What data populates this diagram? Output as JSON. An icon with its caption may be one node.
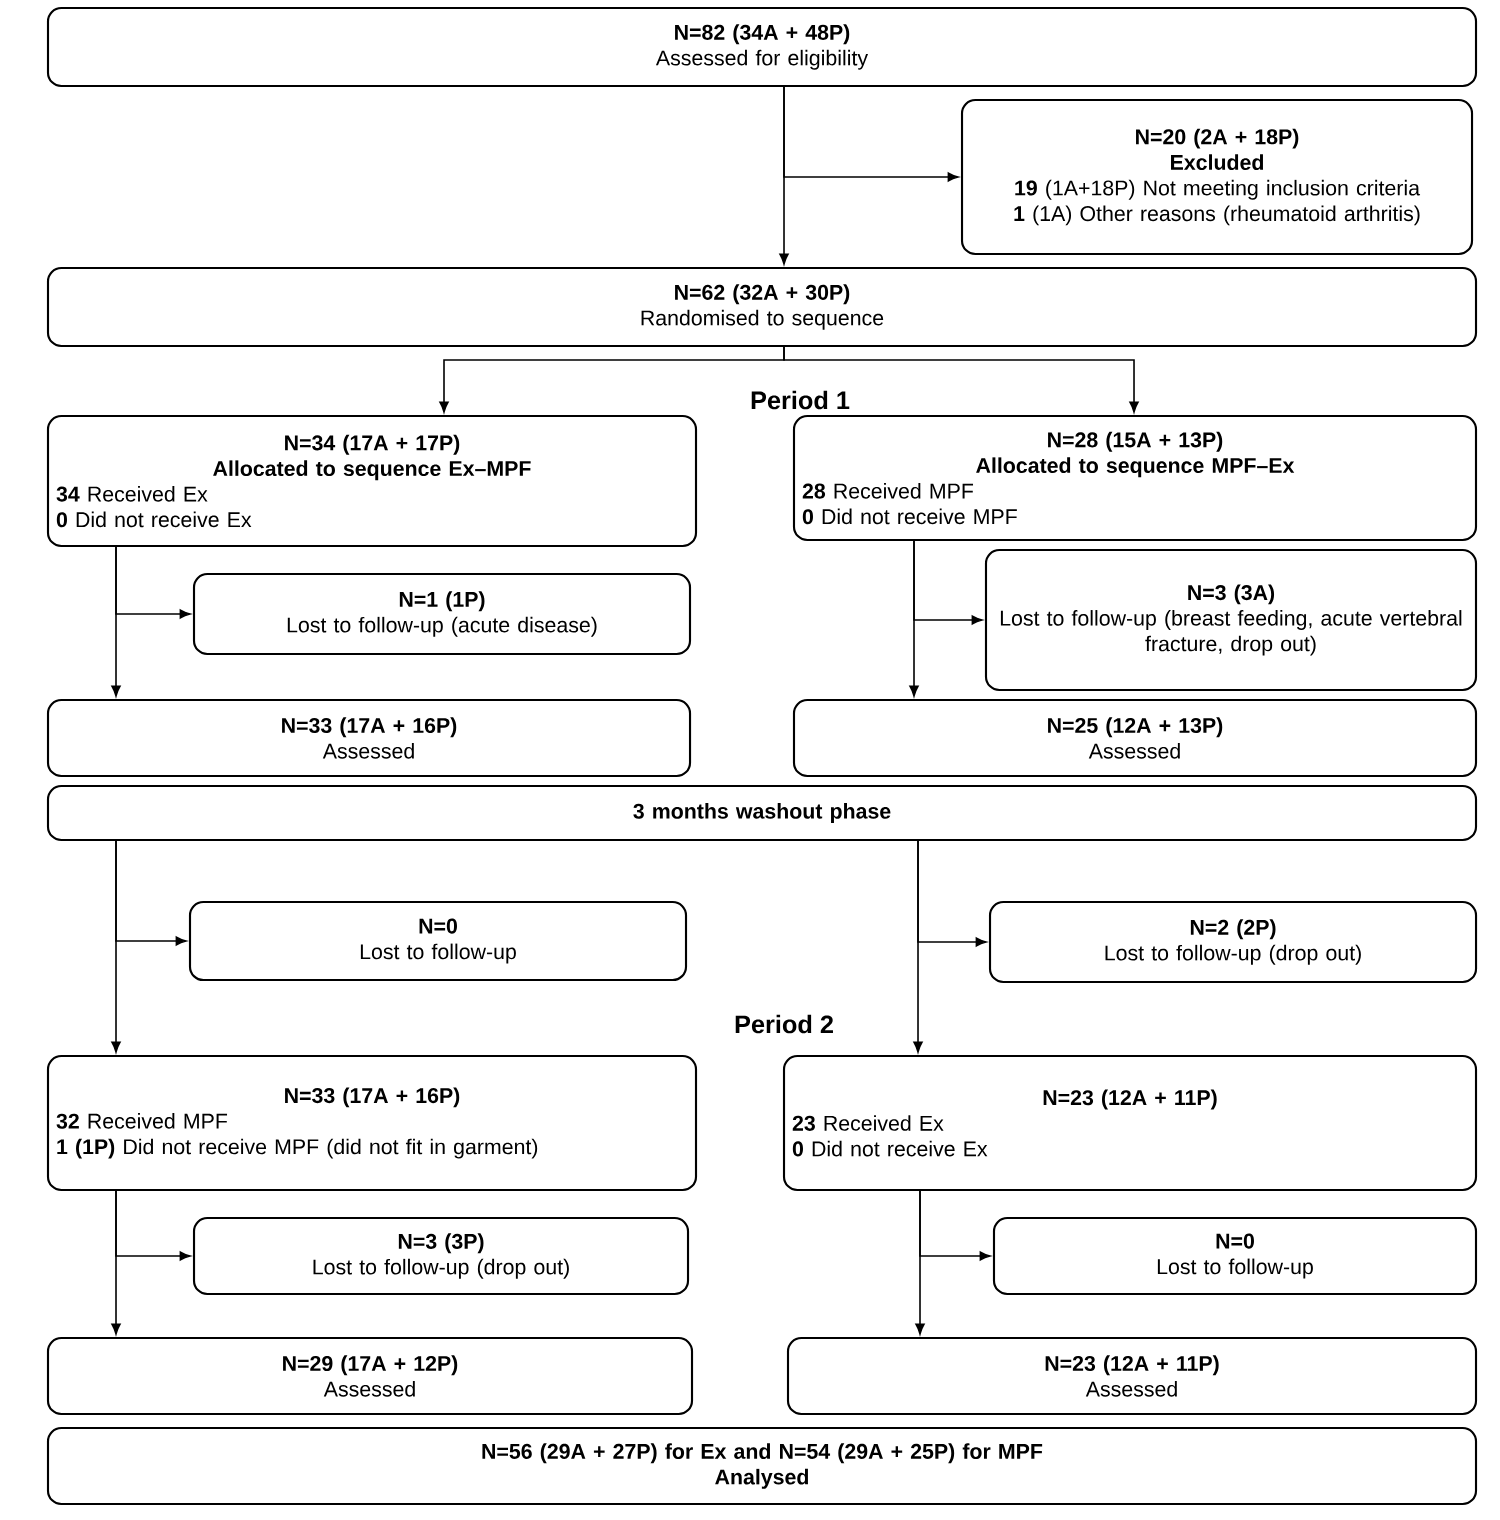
{
  "diagram": {
    "nodes": [
      {
        "text": [
          "N=82 (34A + 48P)",
          "Assessed for eligibility"
        ]
      },
      {
        "text": [
          "N=20 (2A + 18P)",
          "Excluded",
          "**19** (1A+18P) Not meeting inclusion criteria",
          "**1** (1A) Other reasons (rheumatoid arthritis)"
        ]
      },
      {
        "text": [
          "N=62 (32A + 30P)",
          "Randomised to sequence"
        ]
      },
      {
        "text": [
          "N=34 (17A + 17P)",
          "Allocated to sequence Ex–MPF",
          "**34** Received Ex",
          "**0** Did not receive Ex"
        ]
      },
      {
        "text": [
          "N=28 (15A + 13P)",
          "Allocated to sequence MPF–Ex",
          "**28** Received MPF",
          "**0** Did not receive MPF"
        ]
      },
      {
        "text": [
          "N=1 (1P)",
          "Lost to follow-up (acute disease)"
        ]
      },
      {
        "text": [
          "N=3 (3A)",
          "Lost to follow-up (breast feeding, acute vertebral fracture, drop out)"
        ]
      },
      {
        "text": [
          "N=33 (17A + 16P)",
          "Assessed"
        ]
      },
      {
        "text": [
          "N=25 (12A + 13P)",
          "Assessed"
        ]
      },
      {
        "text": [
          "3 months washout phase"
        ]
      },
      {
        "text": [
          "N=0",
          "Lost to follow-up"
        ]
      },
      {
        "text": [
          "N=2 (2P)",
          "Lost to follow-up (drop out)"
        ]
      },
      {
        "text": [
          "N=33 (17A + 16P)",
          "**32** Received MPF",
          "**1 (1P)** Did not receive MPF (did not fit in garment)"
        ]
      },
      {
        "text": [
          "N=23 (12A + 11P)",
          "**23** Received Ex",
          "**0** Did not receive Ex"
        ]
      },
      {
        "text": [
          "N=3 (3P)",
          "Lost to follow-up (drop out)"
        ]
      },
      {
        "text": [
          "N=0",
          "Lost to follow-up"
        ]
      },
      {
        "text": [
          "N=29 (17A + 12P)",
          "Assessed"
        ]
      },
      {
        "text": [
          "N=23 (12A + 11P)",
          "Assessed"
        ]
      },
      {
        "text": [
          "N=56 (29A + 27P) for Ex and N=54 (29A + 25P) for MPF",
          "Analysed"
        ]
      }
    ],
    "edges": [
      {
        "from": 0,
        "to": 1,
        "arrow": "to"
      },
      {
        "from": 0,
        "to": 2,
        "arrow": "to"
      },
      {
        "from": 2,
        "to": 3,
        "arrow": "to"
      },
      {
        "from": 2,
        "to": 4,
        "arrow": "to"
      },
      {
        "from": 3,
        "to": 5,
        "arrow": "to"
      },
      {
        "from": 3,
        "to": 7,
        "arrow": "to"
      },
      {
        "from": 4,
        "to": 6,
        "arrow": "to"
      },
      {
        "from": 4,
        "to": 8,
        "arrow": "to"
      },
      {
        "from": 9,
        "to": 10,
        "arrow": "to"
      },
      {
        "from": 9,
        "to": 12,
        "arrow": "to"
      },
      {
        "from": 9,
        "to": 11,
        "arrow": "to"
      },
      {
        "from": 9,
        "to": 13,
        "arrow": "to"
      },
      {
        "from": 12,
        "to": 14,
        "arrow": "to"
      },
      {
        "from": 12,
        "to": 16,
        "arrow": "to"
      },
      {
        "from": 13,
        "to": 15,
        "arrow": "to"
      },
      {
        "from": 13,
        "to": 17,
        "arrow": "to"
      }
    ],
    "labels": [
      "Period 1",
      "Period 2"
    ]
  }
}
